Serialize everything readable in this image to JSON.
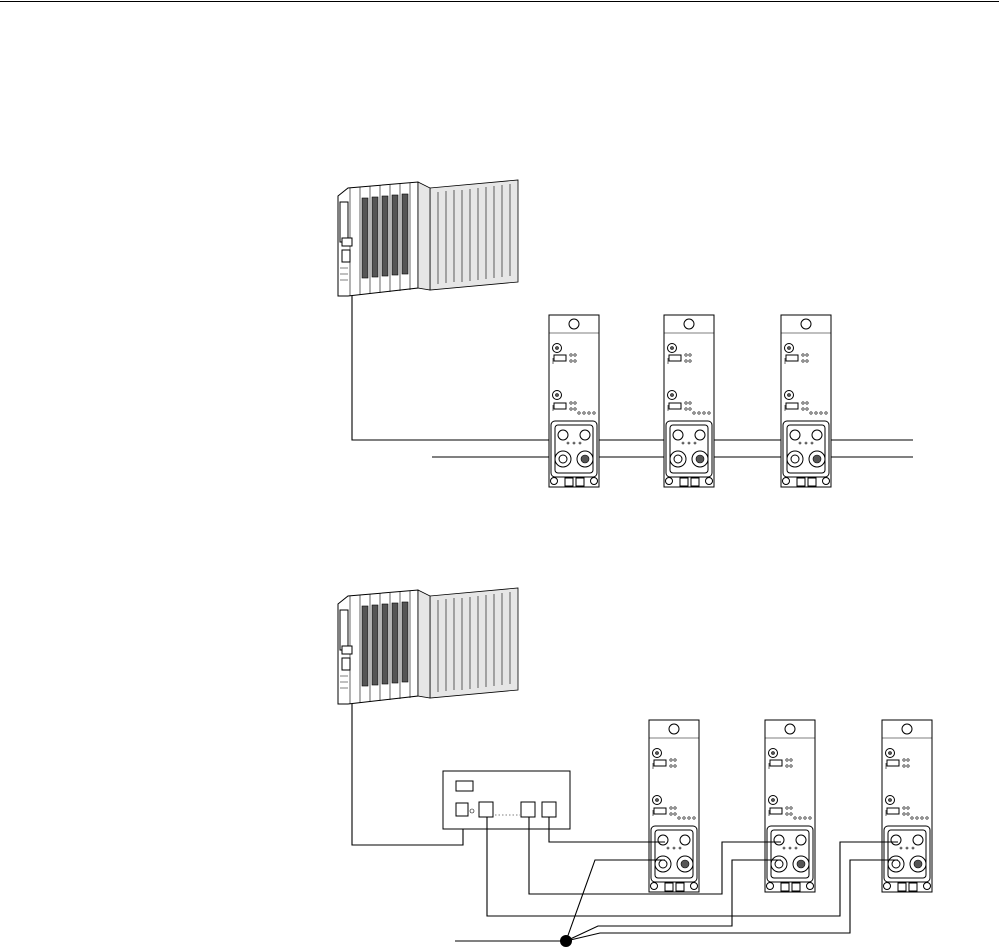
{
  "page": {
    "title": "",
    "colors": {
      "line": "#000000",
      "background": "#ffffff",
      "rack_shade": "#e6e6e6",
      "rack_dark": "#555555"
    }
  },
  "diagrams": [
    {
      "topology": "line",
      "controller_icon": "plc-rack-icon",
      "module_icon": "io-module-icon",
      "module_count": 3
    },
    {
      "topology": "star-via-switch",
      "controller_icon": "plc-rack-icon",
      "switch_icon": "ethernet-switch-icon",
      "module_icon": "io-module-icon",
      "module_count": 3,
      "hub_icon": "junction-dot-icon"
    }
  ]
}
